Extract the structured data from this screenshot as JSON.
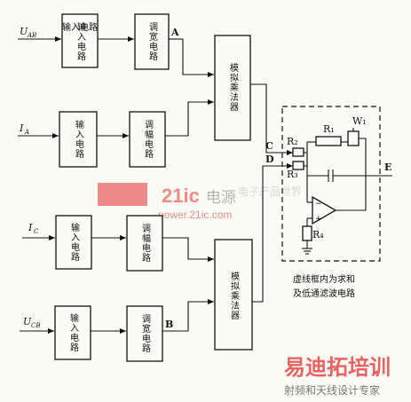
{
  "inputs": {
    "uab": {
      "main": "U",
      "sub": "AB"
    },
    "ia": {
      "main": "I",
      "sub": "A"
    },
    "ic": {
      "main": "I",
      "sub": "C"
    },
    "ucb": {
      "main": "U",
      "sub": "CB"
    }
  },
  "blocks": {
    "input_circuit": "输入电路",
    "pwm_circuit": "调宽电路",
    "am_circuit": "调幅电路",
    "multiplier": "模拟乘法器"
  },
  "signals": {
    "a": "A",
    "b": "B",
    "c": "C",
    "d": "D",
    "e": "E"
  },
  "components": {
    "r2": "R₂",
    "r1": "R₁",
    "r3": "R₃",
    "r4": "R₄",
    "w1": "W₁"
  },
  "dashed_note": {
    "line1": "虚线框内为求和",
    "line2": "及低通滤波电路"
  },
  "watermarks": {
    "logo_main": "21ic",
    "logo_cn": "电源",
    "logo_sub": "power.21ic.com",
    "logo_faded": "电子产品世界",
    "brand_cn": "易迪拓培训",
    "brand_sub": "射频和天线设计专家"
  },
  "colors": {
    "ink": "#111111",
    "paper": "#fbfbf6",
    "watermark": "#e23030"
  }
}
